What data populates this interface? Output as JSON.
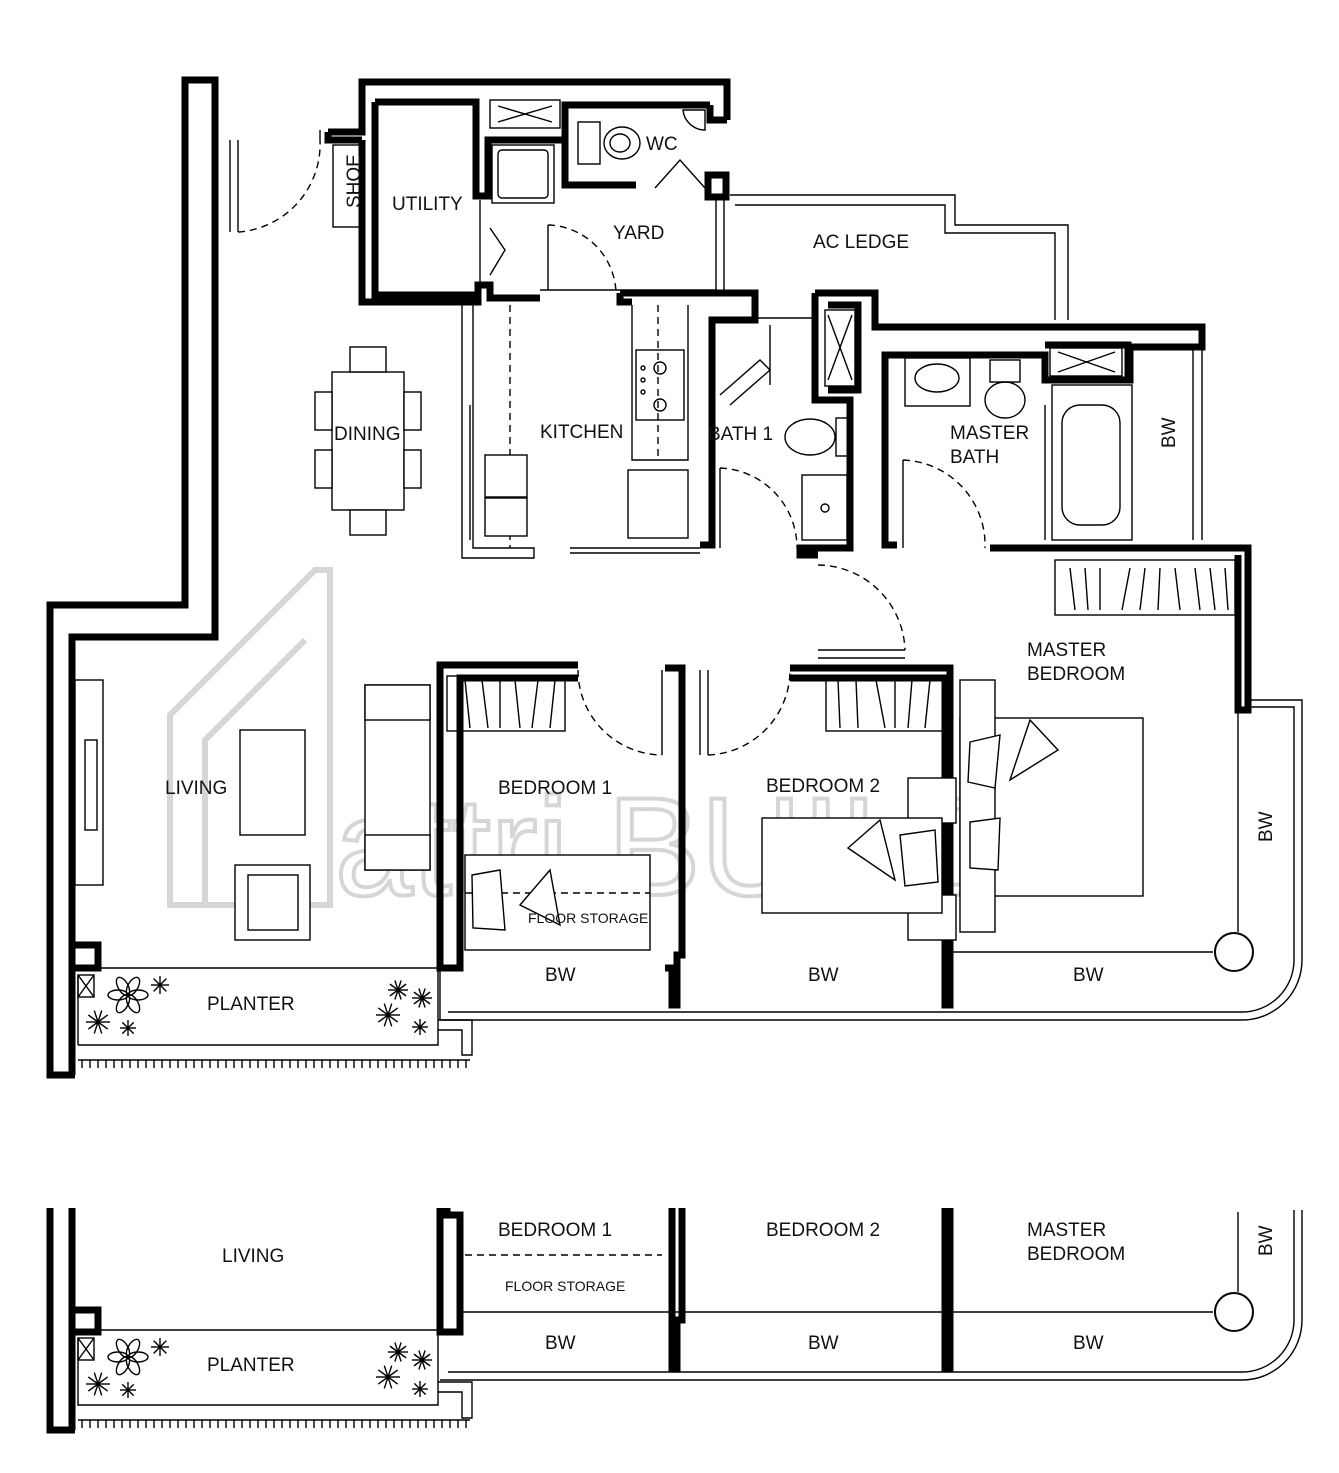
{
  "watermark": "attri.BUILD",
  "rooms": {
    "shoe": "SHOE",
    "utility": "UTILITY",
    "wc": "WC",
    "yard": "YARD",
    "ac_ledge": "AC LEDGE",
    "dining": "DINING",
    "kitchen": "KITCHEN",
    "bath1": "BATH 1",
    "master_bath_1": "MASTER",
    "master_bath_2": "BATH",
    "bw_master_bath": "BW",
    "master_bedroom_1": "MASTER",
    "master_bedroom_2": "BEDROOM",
    "living": "LIVING",
    "bedroom1": "BEDROOM 1",
    "bedroom2": "BEDROOM 2",
    "bw_side": "BW",
    "floor_storage": "FLOOR STORAGE",
    "bw_bed1": "BW",
    "bw_bed2": "BW",
    "bw_master": "BW",
    "planter": "PLANTER"
  },
  "section": {
    "living": "LIVING",
    "bedroom1": "BEDROOM 1",
    "bedroom2": "BEDROOM 2",
    "master_bedroom_1": "MASTER",
    "master_bedroom_2": "BEDROOM",
    "bw_side": "BW",
    "floor_storage": "FLOOR STORAGE",
    "bw_bed1": "BW",
    "bw_bed2": "BW",
    "bw_master": "BW",
    "planter": "PLANTER"
  }
}
